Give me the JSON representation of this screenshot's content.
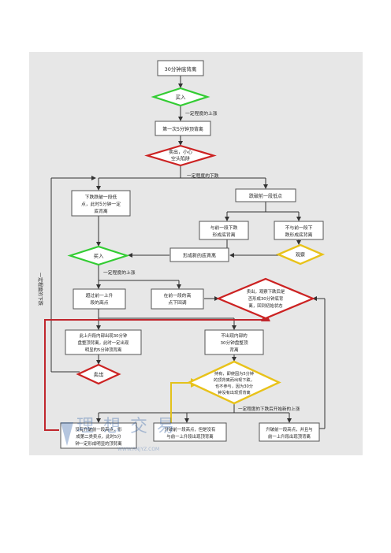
{
  "nodes": {
    "start": "30分钟底背离",
    "buy1": "买入",
    "first5": "第一次5分钟顶背离",
    "sell_trap": [
      "卖出，小心",
      "空头陷阱"
    ],
    "left_top": [
      "下跌跌破一段低",
      "点，此时5分钟一定",
      "底背离"
    ],
    "right_top": "跌破前一段低点",
    "mid_left": [
      "与前一段下跌",
      "形成底背离"
    ],
    "mid_right": [
      "不与前一段下",
      "跌形成底背离"
    ],
    "observe": "观察",
    "new_div": "形成新的底背离",
    "buy2": "买入",
    "exceed_prev": [
      "超过前一上升",
      "段的高点"
    ],
    "below_prev": [
      "在前一段的高",
      "点下回调"
    ],
    "watch_diamond": [
      "卖出，观察下跌后是",
      "否形成30分钟底背",
      "离，回到初始状态"
    ],
    "peak_top": [
      "此上升段内部出现30分钟",
      "盘整顶背离，此时一定出现",
      "明显的5分钟顶背离"
    ],
    "no_peak": [
      "不出现内部的",
      "30分钟盘整顶",
      "背离"
    ],
    "sell2": "卖出",
    "yellow_diamond": [
      "持有，即使因为5分钟",
      "的顶背离而出现下跌，",
      "也不参与，因为30分",
      "钟没有出现顶背离"
    ],
    "bottom_left": [
      "没有升破前一段高点，形",
      "成第二类卖点，此时5分",
      "钟一定形成明显的顶背离"
    ],
    "bottom_mid": [
      "升破前一段高点，但是没有",
      "与前一上升段出现顶背离"
    ],
    "bottom_right": [
      "升破前一段高点，并且与",
      "前一上升段出现顶背离"
    ]
  },
  "edge_labels": {
    "rise1": "一定程度的上涨",
    "fall1": "一定程度的下跌",
    "rise2": "一定程度的上涨",
    "fall_then_rise": "一定程度的下跌后开始新的上涨",
    "left_vertical": "一定程度的下跌"
  },
  "watermark": {
    "text": "理想交易",
    "url": "WWW.RNJYZ.COM"
  },
  "colors": {
    "background": "#e7e7e7",
    "box_border": "#555555",
    "green": "#33cc33",
    "red": "#cc2222",
    "yellow": "#e8c21a",
    "arrow": "#333333",
    "red_line": "#c0262d",
    "yellow_line": "#e3c21c"
  }
}
